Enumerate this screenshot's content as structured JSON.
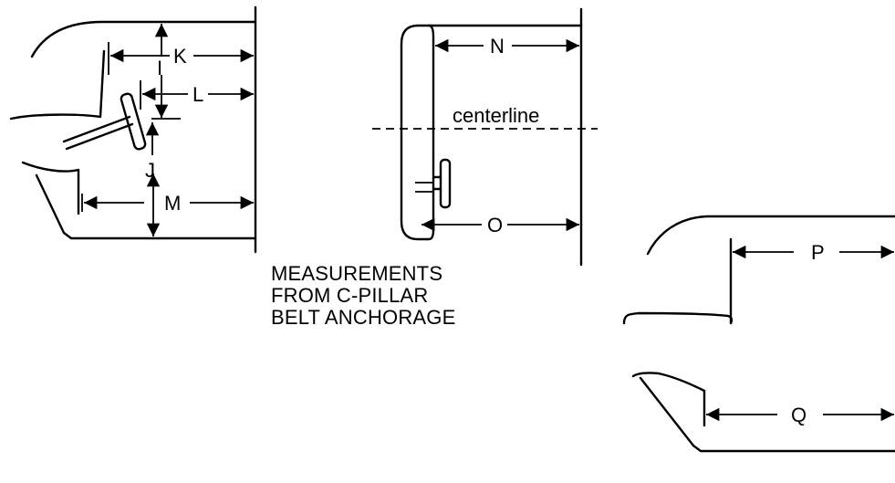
{
  "labels": {
    "k": "K",
    "i": "I",
    "l": "L",
    "j": "J",
    "m": "M",
    "n": "N",
    "o": "O",
    "centerline": "centerline",
    "p": "P",
    "q": "Q"
  },
  "caption": [
    "MEASUREMENTS",
    "FROM C-PILLAR",
    "BELT ANCHORAGE"
  ]
}
